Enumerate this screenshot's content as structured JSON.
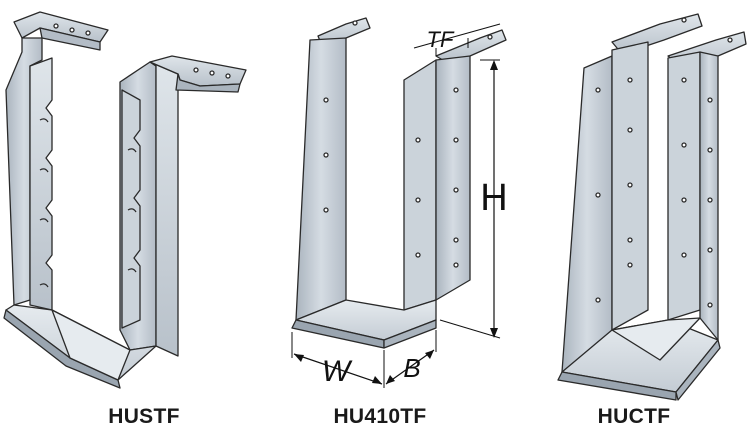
{
  "labels": {
    "husft": "HUSTF",
    "hu410tf": "HU410TF",
    "huctf": "HUCTF"
  },
  "dimensions": {
    "tf": "TF",
    "h": "H",
    "w": "W",
    "b": "B"
  },
  "colors": {
    "metal": "#bfc7cf",
    "metal_light": "#dde3e9",
    "metal_dark": "#9aa5b0",
    "stroke": "#2a2a2a",
    "text": "#1a1a1a"
  }
}
